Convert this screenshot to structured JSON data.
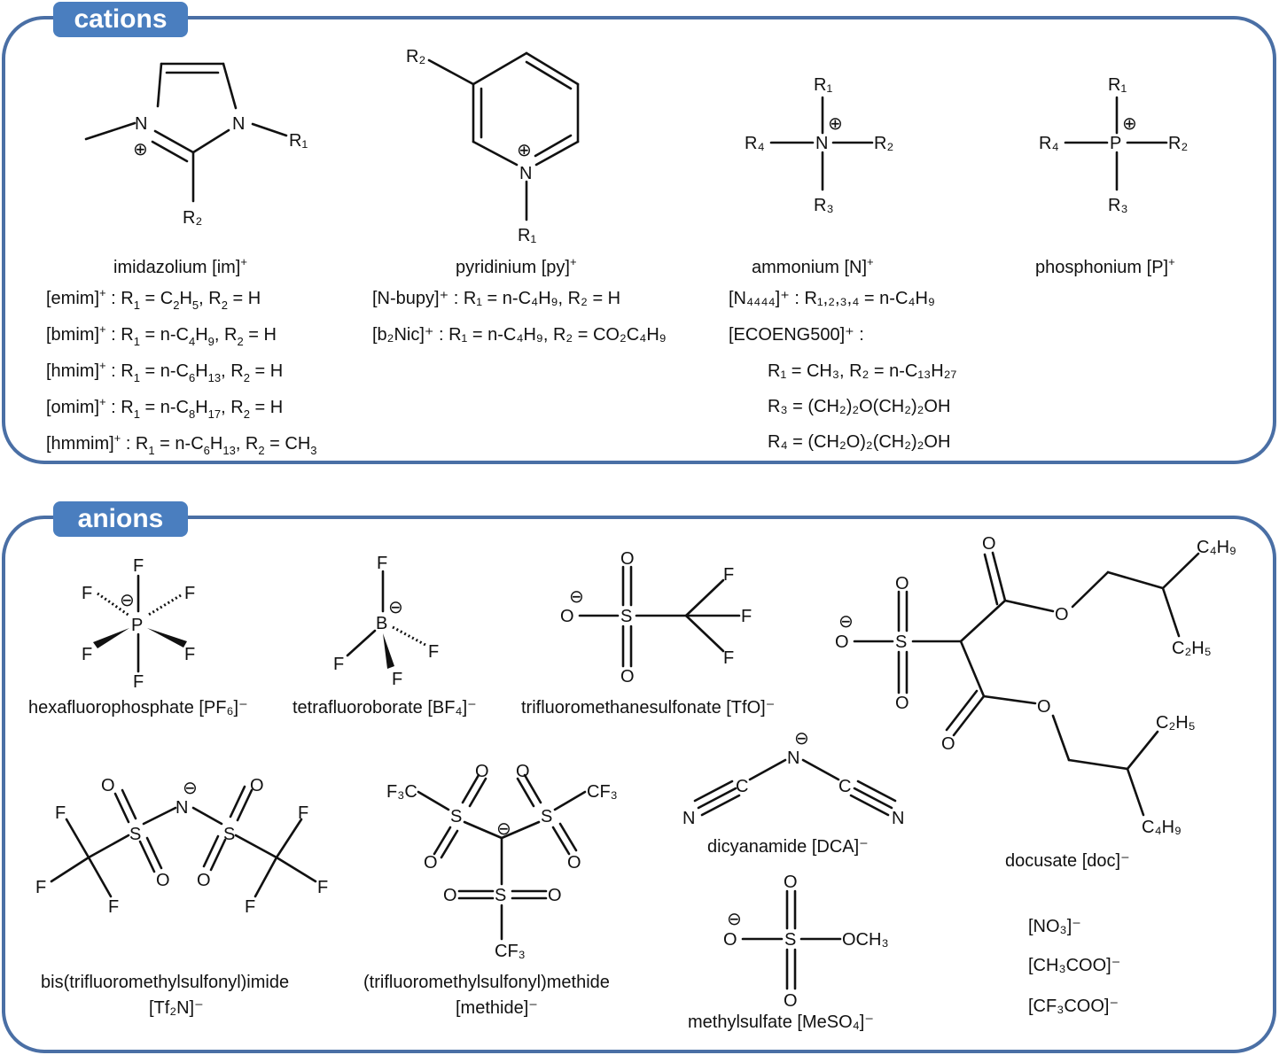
{
  "sections": {
    "cations": "cations",
    "anions": "anions"
  },
  "colors": {
    "frame": "#4a6fa5",
    "tag": "#4a7ebf"
  },
  "cations": {
    "imidazolium": {
      "name": "imidazolium [im]",
      "charge": "+",
      "entries": [
        {
          "code": "[emim]",
          "sup": "+",
          "r1": "C",
          "r1sub": "2",
          "r1b": "H",
          "r1bsub": "5",
          "r2": "H"
        },
        {
          "code": "[bmim]",
          "sup": "+",
          "r1": "n-C",
          "r1sub": "4",
          "r1b": "H",
          "r1bsub": "9",
          "r2": "H"
        },
        {
          "code": "[hmim]",
          "sup": "+",
          "r1": "n-C",
          "r1sub": "6",
          "r1b": "H",
          "r1bsub": "13",
          "r2": "H"
        },
        {
          "code": "[omim]",
          "sup": "+",
          "r1": "n-C",
          "r1sub": "8",
          "r1b": "H",
          "r1bsub": "17",
          "r2": "H"
        },
        {
          "code": "[hmmim]",
          "sup": "+",
          "r1": "n-C",
          "r1sub": "6",
          "r1b": "H",
          "r1bsub": "13",
          "r2": "CH",
          "r2sub": "3"
        }
      ]
    },
    "pyridinium": {
      "name": "pyridinium [py]",
      "charge": "+",
      "entry1": "[N-bupy]⁺ : R₁ = n-C₄H₉, R₂ = H",
      "entry2": "[b₂Nic]⁺ : R₁ = n-C₄H₉, R₂ = CO₂C₄H₉"
    },
    "ammonium": {
      "name": "ammonium [N]",
      "charge": "+",
      "entry1": "[N₄₄₄₄]⁺ : R₁,₂,₃,₄ = n-C₄H₉",
      "entry2": "[ECOENG500]⁺ :",
      "entry3": "R₁ = CH₃, R₂ = n-C₁₃H₂₇",
      "entry4": "R₃ = (CH₂)₂O(CH₂)₂OH",
      "entry5": "R₄ = (CH₂O)₂(CH₂)₂OH"
    },
    "phosphonium": {
      "name": "phosphonium [P]",
      "charge": "+"
    }
  },
  "anions": {
    "pf6": "hexafluorophosphate [PF₆]⁻",
    "bf4": "tetrafluoroborate [BF₄]⁻",
    "tfo": "trifluoromethanesulfonate [TfO]⁻",
    "doc": "docusate [doc]⁻",
    "tf2n_line1": "bis(trifluoromethylsulfonyl)imide",
    "tf2n_line2": "[Tf₂N]⁻",
    "methide_line1": "(trifluoromethylsulfonyl)methide",
    "methide_line2": "[methide]⁻",
    "dca": "dicyanamide [DCA]⁻",
    "meso4": "methylsulfate [MeSO₄]⁻",
    "no3": "[NO₃]⁻",
    "ch3coo": "[CH₃COO]⁻",
    "cf3coo": "[CF₃COO]⁻"
  },
  "atoms": {
    "N": "N",
    "P": "P",
    "B": "B",
    "S": "S",
    "O": "O",
    "F": "F",
    "C": "C",
    "R1": "R₁",
    "R2": "R₂",
    "R3": "R₃",
    "R4": "R₄",
    "C4H9": "C₄H₉",
    "C2H5": "C₂H₅",
    "CF3": "CF₃",
    "F3C": "F₃C",
    "OCH3": "OCH₃",
    "plus": "⊕",
    "minus": "⊖"
  }
}
